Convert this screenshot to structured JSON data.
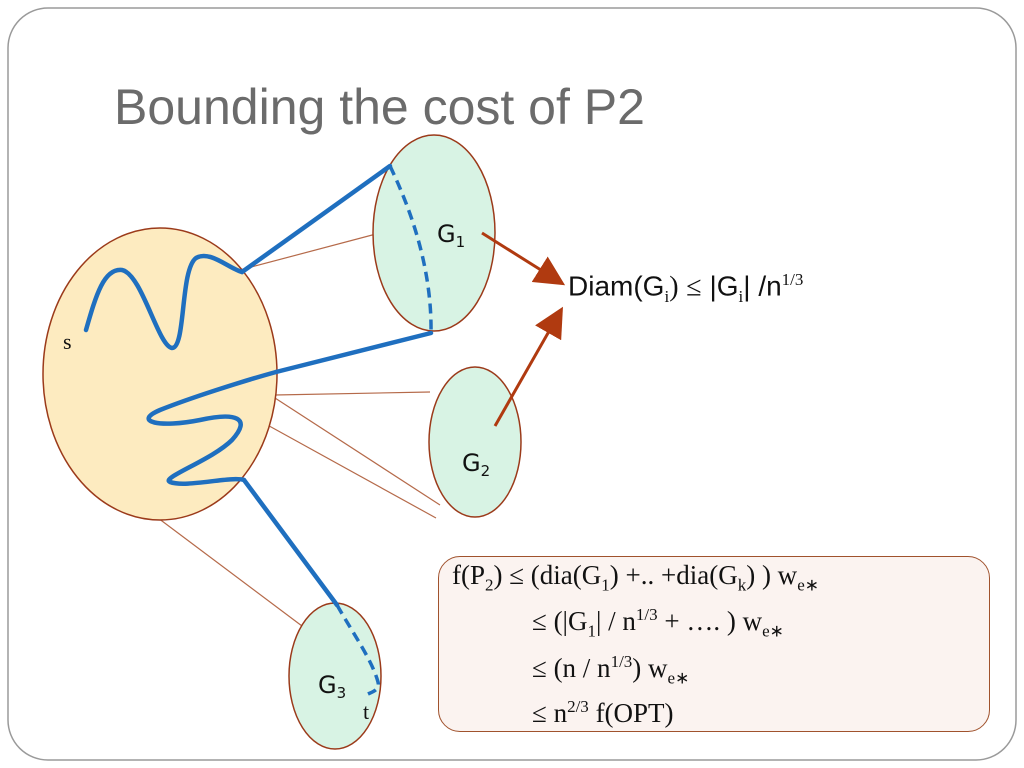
{
  "slide": {
    "title": "Bounding the cost of P2"
  },
  "diagram": {
    "nodes": {
      "s": "s",
      "t": "t",
      "g1": {
        "base": "G",
        "sub": "1"
      },
      "g2": {
        "base": "G",
        "sub": "2"
      },
      "g3": {
        "base": "G",
        "sub": "3"
      }
    },
    "diameter_label": {
      "prefix": "Diam(G",
      "sub_i": "i",
      "close": ")",
      "leq": "≤",
      "abs_open": "|G",
      "abs_close": "|",
      "slash": "/n",
      "exp": "1/3"
    },
    "colors": {
      "big_blob": "#fdebc0",
      "cluster_fill": "#d8f3e4",
      "outline": "#9b3a1a",
      "path": "#1f6fbf",
      "arrow": "#b03a10",
      "connector": "#b56a4a"
    }
  },
  "formula": {
    "line1": {
      "a": "f(P",
      "a_sub": "2",
      "b": ") ≤  (dia(G",
      "b_sub": "1",
      "c": ") +.. +dia(G",
      "c_sub": "k",
      "d": ") ) w",
      "d_sub": "e∗"
    },
    "line2": {
      "a": "≤  (|G",
      "a_sub": "1",
      "b": "|  /  n",
      "b_sup": "1/3",
      "c": "  +  …. ) w",
      "c_sub": "e∗"
    },
    "line3": {
      "a": "≤   (n  /  n",
      "a_sup": "1/3",
      "b": ") w",
      "b_sub": "e∗"
    },
    "line4": {
      "a": "≤  n",
      "a_sup": "2/3",
      "b": " f(OPT)"
    }
  }
}
